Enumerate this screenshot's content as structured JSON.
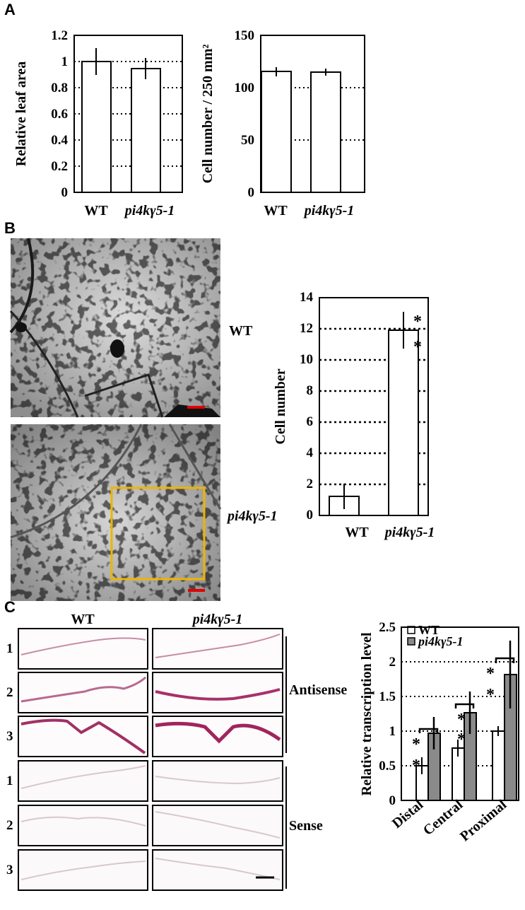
{
  "panels": {
    "A": "A",
    "B": "B",
    "C": "C"
  },
  "colors": {
    "gold_box": "#f0b400",
    "scale_red": "#e00000",
    "bar_gray": "#8a8a8a",
    "stain_pink": "#b0306a"
  },
  "chart_data": [
    {
      "type": "bar",
      "panel": "A",
      "title": "",
      "xlabel": "",
      "ylabel": "Relative leaf area",
      "categories": [
        "WT",
        "pi4kγ5-1"
      ],
      "values": [
        1.0,
        0.95
      ],
      "errors": [
        0.1,
        0.08
      ],
      "ylim": [
        0,
        1.2
      ],
      "yticks": [
        "0",
        "0.2",
        "0.4",
        "0.6",
        "0.8",
        "1",
        "1.2"
      ],
      "grid": "dotted"
    },
    {
      "type": "bar",
      "panel": "A",
      "title": "",
      "xlabel": "",
      "ylabel": "Cell number / 250 mm²",
      "categories": [
        "WT",
        "pi4kγ5-1"
      ],
      "values": [
        116,
        115
      ],
      "errors": [
        4,
        3
      ],
      "ylim": [
        0,
        150
      ],
      "yticks": [
        "0",
        "50",
        "100",
        "150"
      ],
      "grid": "dotted"
    },
    {
      "type": "bar",
      "panel": "B",
      "title": "",
      "xlabel": "",
      "ylabel": "Cell number",
      "categories": [
        "WT",
        "pi4kγ5-1"
      ],
      "values": [
        1.3,
        11.9
      ],
      "errors": [
        0.9,
        1.2
      ],
      "ylim": [
        0,
        14
      ],
      "yticks": [
        "0",
        "2",
        "4",
        "6",
        "8",
        "10",
        "12",
        "14"
      ],
      "annotation": "* *",
      "grid": "dotted"
    },
    {
      "type": "bar",
      "panel": "C",
      "title": "",
      "xlabel": "",
      "ylabel": "Relative transcription level",
      "categories": [
        "Distal",
        "Central",
        "Proximal"
      ],
      "series": [
        {
          "name": "WT",
          "values": [
            0.5,
            0.75,
            1.0
          ],
          "errors": [
            0.12,
            0.12,
            0.07
          ]
        },
        {
          "name": "pi4kγ5-1",
          "values": [
            0.97,
            1.27,
            1.82
          ],
          "errors": [
            0.23,
            0.3,
            0.48
          ]
        }
      ],
      "ylim": [
        0,
        2.5
      ],
      "yticks": [
        "0",
        "0.5",
        "1",
        "1.5",
        "2",
        "2.5"
      ],
      "annotation": "* *",
      "legend": "top-left",
      "grid": "dotted"
    }
  ],
  "panel_b_images": {
    "top_label": "WT",
    "bottom_label": "pi4kγ5-1"
  },
  "panel_c_images": {
    "col_wt": "WT",
    "col_mut": "pi4kγ5-1",
    "rows": [
      "1",
      "2",
      "3",
      "1",
      "2",
      "3"
    ],
    "group_antisense": "Antisense",
    "group_sense": "Sense"
  }
}
